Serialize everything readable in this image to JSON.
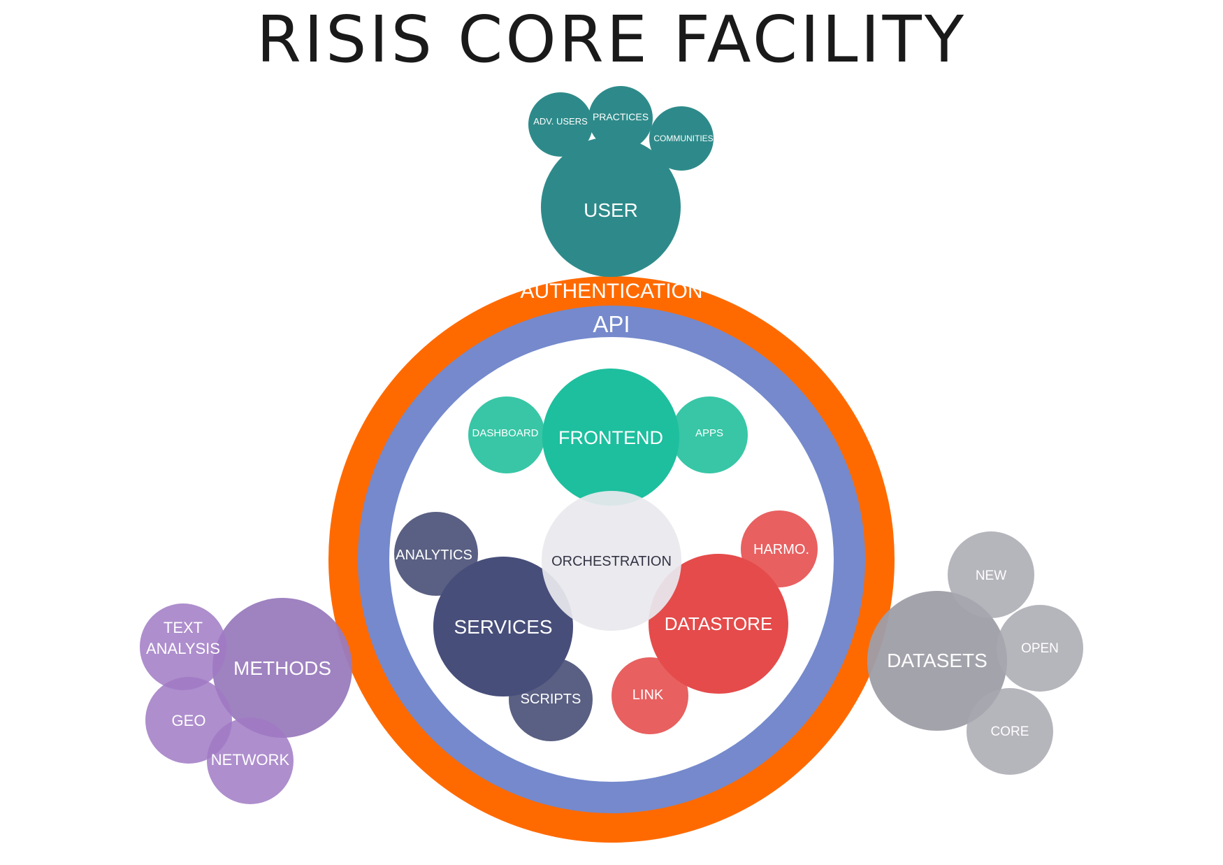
{
  "title": "RISIS CORE FACILITY",
  "colors": {
    "teal_user": "#2e8a8a",
    "orange_ring": "#ff6a00",
    "blue_ring": "#7589cc",
    "green_frontend": "#1dbf9e",
    "green_light": "#38c6a6",
    "orchestration": "#e8e8ee",
    "navy_services": "#474e7a",
    "navy_light": "#5a6083",
    "red_datastore": "#e54b4b",
    "red_light": "#e86060",
    "purple_methods": "#9a7bbd",
    "purple_light": "#a07ac4",
    "grey_datasets": "#9e9ea8",
    "grey_light": "#a8a8b0"
  },
  "rings": {
    "authentication": "AUTHENTICATION",
    "api": "API"
  },
  "user": {
    "label": "USER",
    "children": [
      "ADV. USERS",
      "PRACTICES",
      "COMMUNITIES"
    ]
  },
  "frontend": {
    "label": "FRONTEND",
    "children": [
      "DASHBOARD",
      "APPS"
    ]
  },
  "orchestration": {
    "label": "ORCHESTRATION"
  },
  "services": {
    "label": "SERVICES",
    "children": [
      "ANALYTICS",
      "SCRIPTS"
    ]
  },
  "datastore": {
    "label": "DATASTORE",
    "children": [
      "HARMO.",
      "LINK"
    ]
  },
  "methods": {
    "label": "METHODS",
    "children": [
      [
        "TEXT",
        "ANALYSIS"
      ],
      "GEO",
      "NETWORK"
    ]
  },
  "datasets": {
    "label": "DATASETS",
    "children": [
      "NEW",
      "OPEN",
      "CORE"
    ]
  }
}
